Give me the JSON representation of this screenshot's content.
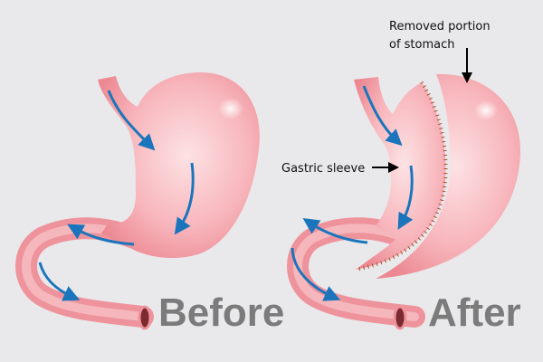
{
  "labels": {
    "before": "Before",
    "after": "After",
    "gastric_sleeve": "Gastric sleeve",
    "removed_line1": "Removed portion",
    "removed_line2": "of stomach"
  },
  "colors": {
    "background": "#e9e9eb",
    "tissue": "#f3a0a8",
    "tissue_light": "#fde2e4",
    "flow_arrow": "#1a75bc",
    "staples": "#a0522d",
    "caption": "#7b7b7b"
  }
}
